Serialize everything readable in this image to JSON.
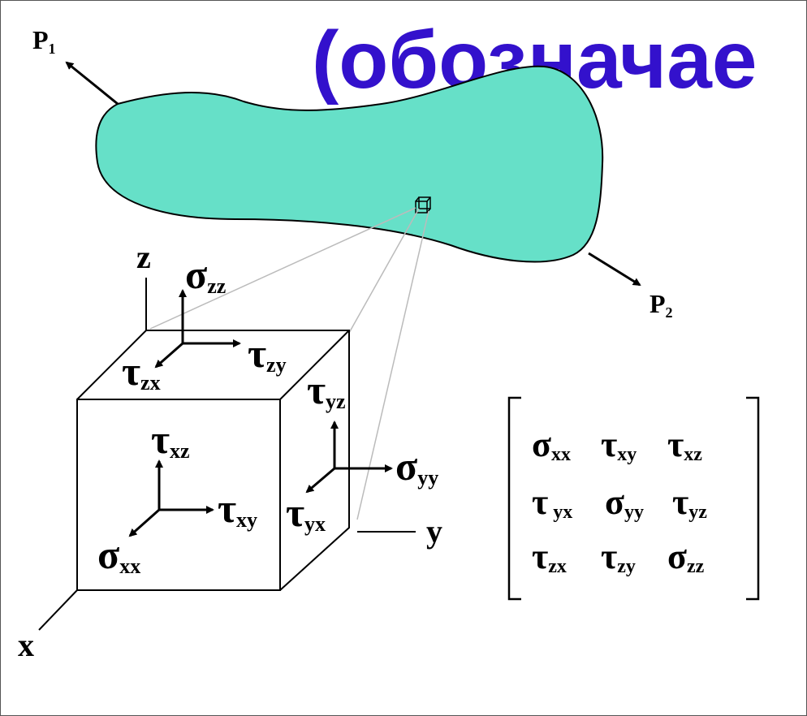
{
  "heading": "(обозначае",
  "colors": {
    "body_fill": "#66e0c8",
    "heading": "#3311cc",
    "ink": "#000000"
  },
  "loads": {
    "p1": {
      "base": "P",
      "sub": "1"
    },
    "p2": {
      "base": "P",
      "sub": "2"
    }
  },
  "axes": {
    "x": "x",
    "y": "y",
    "z": "z"
  },
  "symbols": {
    "sigma": "σ",
    "tau": "τ"
  },
  "element_labels": {
    "sigma_zz": "zz",
    "tau_zy": "zy",
    "tau_zx": "zx",
    "tau_yz": "yz",
    "sigma_yy": "yy",
    "tau_yx": "yx",
    "tau_xz": "xz",
    "tau_xy": "xy",
    "sigma_xx": "xx"
  },
  "matrix": {
    "rows": [
      [
        {
          "sym": "σ",
          "sub": "xx"
        },
        {
          "sym": "τ",
          "sub": "xy"
        },
        {
          "sym": "τ",
          "sub": "xz"
        }
      ],
      [
        {
          "sym": "τ",
          "sub": " yx"
        },
        {
          "sym": "σ",
          "sub": "yy"
        },
        {
          "sym": "τ",
          "sub": "yz"
        }
      ],
      [
        {
          "sym": "τ",
          "sub": "zx"
        },
        {
          "sym": "τ",
          "sub": "zy"
        },
        {
          "sym": "σ",
          "sub": "zz"
        }
      ]
    ]
  }
}
